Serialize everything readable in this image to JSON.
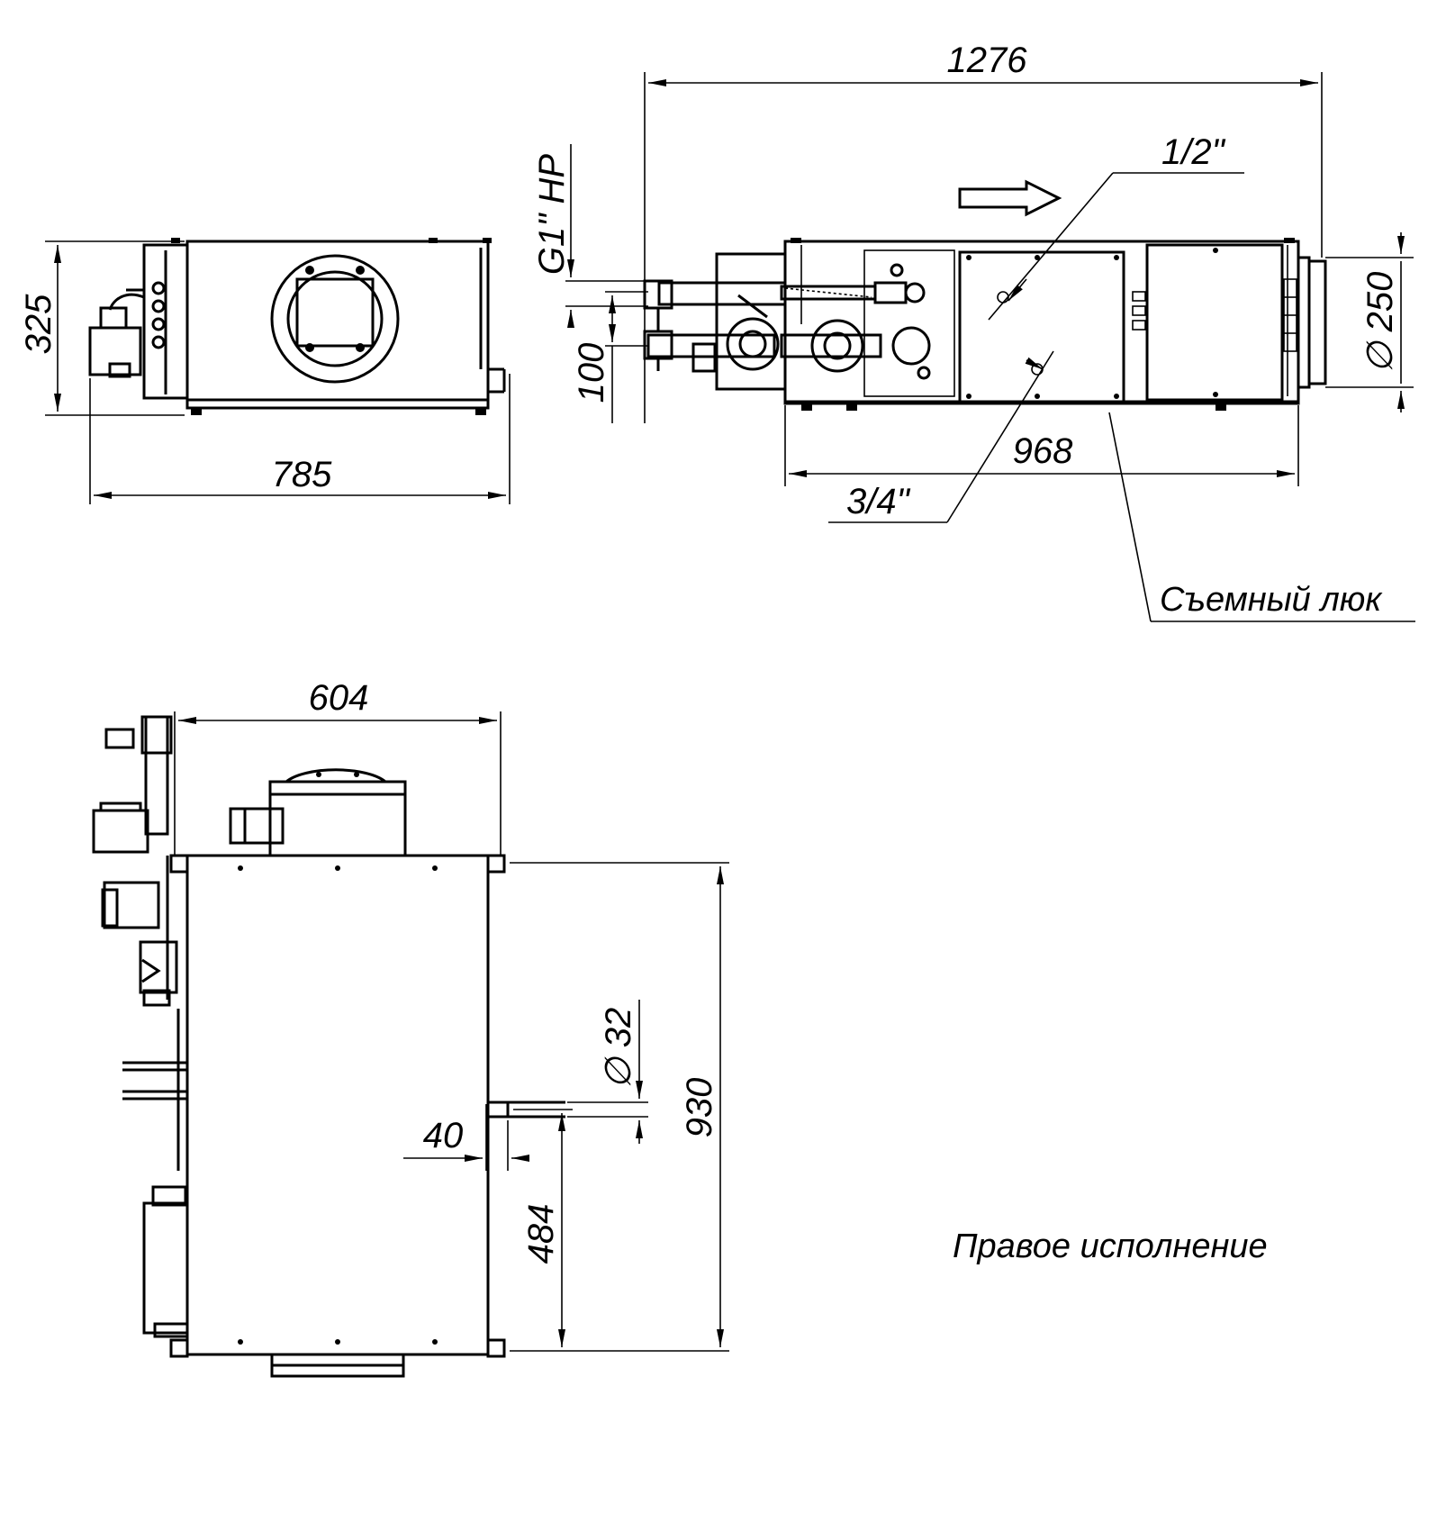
{
  "dimensions": {
    "top_left_width": "785",
    "top_left_height": "325",
    "top_right_length": "1276",
    "top_right_body": "968",
    "duct_diameter": "∅ 250",
    "pipe_spacing": "100",
    "g_thread": "G1\" HP",
    "thread_half": "1/2\"",
    "thread_three_quarter": "3/4\"",
    "plan_width": "604",
    "plan_length": "930",
    "drain_diameter": "∅ 32",
    "drain_offset": "40",
    "drain_position": "484"
  },
  "labels": {
    "removable_hatch": "Съемный люк",
    "right_version": "Правое исполнение"
  },
  "colors": {
    "line": "#000000",
    "background": "#ffffff"
  }
}
